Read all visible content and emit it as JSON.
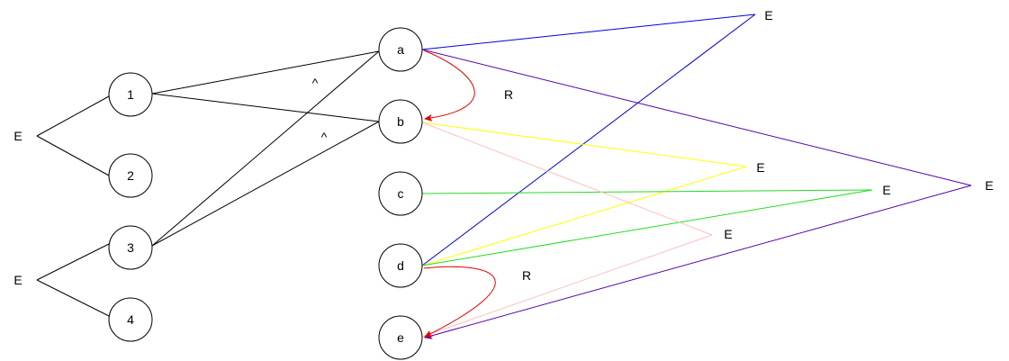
{
  "nodes": {
    "n1": "1",
    "n2": "2",
    "n3": "3",
    "n4": "4",
    "a": "a",
    "b": "b",
    "c": "c",
    "d": "d",
    "e": "e"
  },
  "branch_labels": {
    "top_left": "E",
    "bottom_left": "E"
  },
  "e_labels": {
    "blue": "E",
    "yellow": "E",
    "green": "E",
    "pink": "E",
    "purple": "E"
  },
  "wedge_labels": {
    "upper": "^",
    "lower": "^"
  },
  "relation_labels": {
    "a_to_b": "R",
    "d_to_e": "R"
  },
  "colors": {
    "red": "#e60000",
    "blue": "#0000dd",
    "yellow": "#ffff00",
    "green": "#22dd22",
    "pink": "#ffc0c0",
    "purple": "#5500aa",
    "black": "#000000"
  }
}
